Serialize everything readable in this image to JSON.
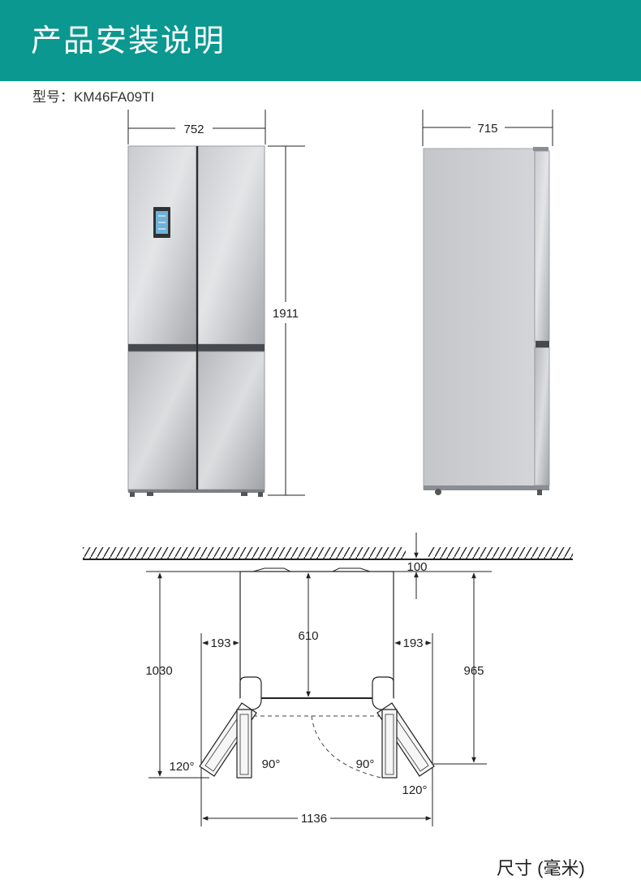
{
  "header": {
    "title": "产品安装说明"
  },
  "model": {
    "text": "型号：KM46FA09TI"
  },
  "front_view": {
    "width_label": "752",
    "height_label": "1911"
  },
  "side_view": {
    "depth_label": "715"
  },
  "top_view": {
    "wall_gap_label": "100",
    "body_depth_label": "610",
    "left_side_clearance_label": "193",
    "right_side_clearance_label": "193",
    "left_total_depth_label": "1030",
    "right_total_depth_label": "965",
    "total_width_label": "1136",
    "angle_left_outer": "120°",
    "angle_left_inner": "90°",
    "angle_right_inner": "90°",
    "angle_right_outer": "120°"
  },
  "unit_note": "尺寸 (毫米)",
  "colors": {
    "banner": "#0a9890",
    "fridge_light": "#d8dadc",
    "fridge_dark": "#a9acb0",
    "line": "#222222"
  }
}
